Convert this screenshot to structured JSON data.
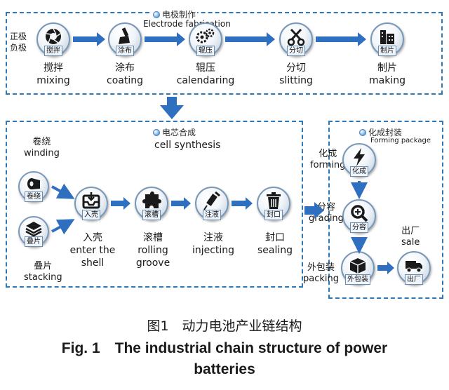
{
  "electrode": {
    "title_zh": "电极制作",
    "title_en": "Electrode fabrication",
    "side_label": [
      "正极",
      "负极"
    ],
    "steps": [
      {
        "tag": "搅拌",
        "zh": "搅拌",
        "en": "mixing",
        "icon": "aperture-icon"
      },
      {
        "tag": "涂布",
        "zh": "涂布",
        "en": "coating",
        "icon": "brush-icon"
      },
      {
        "tag": "辊压",
        "zh": "辊压",
        "en": "calendaring",
        "icon": "gears-icon"
      },
      {
        "tag": "分切",
        "zh": "分切",
        "en": "slitting",
        "icon": "scissors-icon"
      },
      {
        "tag": "制片",
        "zh": "制片",
        "en": "making",
        "icon": "building-icon"
      }
    ]
  },
  "cell": {
    "title_zh": "电芯合成",
    "title_en": "cell synthesis",
    "inputs": [
      {
        "tag": "卷绕",
        "zh": "卷绕",
        "en": "winding",
        "icon": "roll-icon"
      },
      {
        "tag": "叠片",
        "zh": "叠片",
        "en": "stacking",
        "icon": "layers-icon"
      }
    ],
    "steps": [
      {
        "tag": "入壳",
        "zh": "入壳",
        "en": "enter the\nshell",
        "icon": "inbox-icon"
      },
      {
        "tag": "滚槽",
        "zh": "滚槽",
        "en": "rolling\ngroove",
        "icon": "puzzle-icon"
      },
      {
        "tag": "注液",
        "zh": "注液",
        "en": "injecting",
        "icon": "syringe-icon"
      },
      {
        "tag": "封口",
        "zh": "封口",
        "en": "sealing",
        "icon": "trash-can-icon"
      }
    ]
  },
  "forming": {
    "title_zh": "化成封装",
    "title_en": "Forming package",
    "steps": [
      {
        "tag": "化成",
        "zh": "化成",
        "en": "forming",
        "icon": "lightning-icon"
      },
      {
        "tag": "分容",
        "zh": "分容",
        "en": "grading",
        "icon": "magnifier-icon"
      },
      {
        "tag": "外包装",
        "zh": "外包装",
        "en": "packing",
        "icon": "box-icon"
      },
      {
        "tag": "出厂",
        "zh": "出厂",
        "en": "sale",
        "icon": "truck-icon"
      }
    ]
  },
  "caption": {
    "zh": "图1　动力电池产业链结构",
    "en_line1": "Fig. 1　The industrial chain structure of power",
    "en_line2": "batteries"
  },
  "colors": {
    "dashed_border": "#2e78b8",
    "arrow": "#2f6fbf"
  }
}
